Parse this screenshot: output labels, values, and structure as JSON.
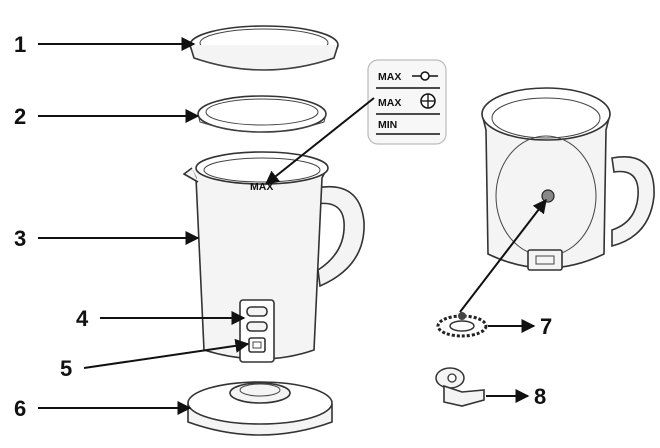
{
  "callouts": [
    {
      "number": "1"
    },
    {
      "number": "2"
    },
    {
      "number": "3"
    },
    {
      "number": "4"
    },
    {
      "number": "5"
    },
    {
      "number": "6"
    },
    {
      "number": "7"
    },
    {
      "number": "8"
    }
  ],
  "level_marks": {
    "max_froth": "MAX",
    "max_heat": "MAX",
    "min": "MIN"
  },
  "icons": [
    "foam-whisk-symbol-icon",
    "heat-whisk-symbol-icon",
    "arrow-head-icon"
  ],
  "colors": {
    "ink": "#111111",
    "outline": "#333333",
    "fill": "#f4f4f4"
  }
}
